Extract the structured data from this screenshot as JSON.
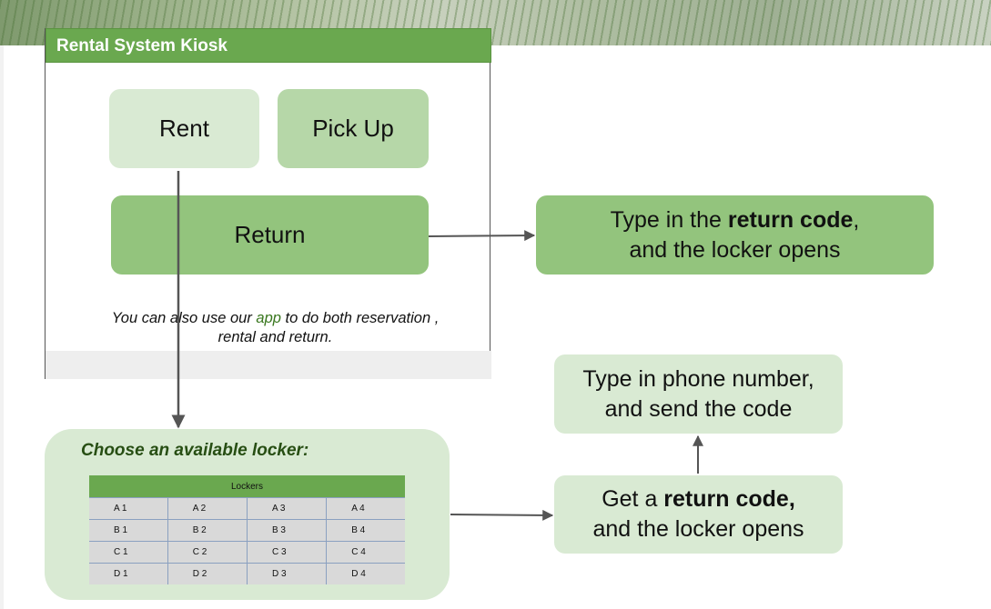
{
  "kiosk": {
    "title": "Rental System Kiosk",
    "buttons": {
      "rent": "Rent",
      "pickup": "Pick Up",
      "return": "Return"
    },
    "note": {
      "part1": "You can also use our ",
      "app": "app",
      "part2": " to do both reservation ,",
      "line2": "rental and return."
    }
  },
  "return_code_box": {
    "line1_prefix": "Type in the ",
    "line1_bold": "return code",
    "line1_suffix": ",",
    "line2": "and the locker opens"
  },
  "phone_box": {
    "line1": "Type in phone number,",
    "line2": "and send the code"
  },
  "get_code_box": {
    "line1_prefix": "Get a ",
    "line1_bold": "return code,",
    "line2": "and the locker opens"
  },
  "locker_panel": {
    "heading": "Choose an available locker:",
    "table_header": "Lockers",
    "rows": [
      [
        "A 1",
        "A 2",
        "A 3",
        "A 4"
      ],
      [
        "B 1",
        "B 2",
        "B 3",
        "B 4"
      ],
      [
        "C 1",
        "C 2",
        "C 3",
        "C 4"
      ],
      [
        "D 1",
        "D 2",
        "D 3",
        "D 4"
      ]
    ]
  },
  "colors": {
    "dark_green": "#6aa84f",
    "mid_green": "#93c47d",
    "light_green": "#b6d7a8",
    "pale_green": "#d9ead3",
    "arrow": "#555555"
  }
}
